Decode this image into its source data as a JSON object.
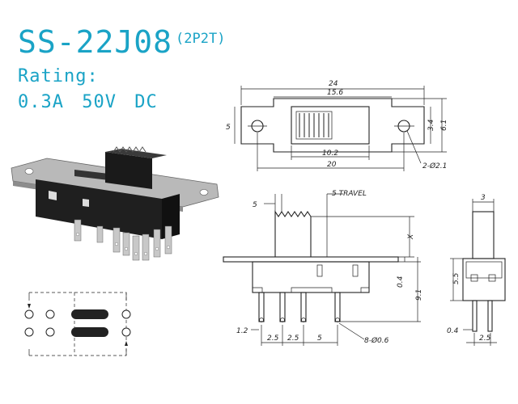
{
  "header": {
    "model": "SS-22J08",
    "type": "(2P2T)",
    "rating_label": "Rating:",
    "current": "0.3A",
    "voltage": "50V",
    "current_type": "DC"
  },
  "dims": {
    "top_overall": "24",
    "top_inner": "15.6",
    "top_height": "5",
    "top_slot": "3.4",
    "top_body": "6.1",
    "top_knob_travel": "10.2",
    "top_hole_span": "20",
    "top_hole_note": "2-Ø2.1",
    "front_knob": "5",
    "front_travel": "5 TRAVEL",
    "front_x": "X",
    "front_plate": "0.4",
    "front_height": "9.1",
    "front_pin_dia_offset": "1.2",
    "front_pitch_a": "2.5",
    "front_pitch_b": "2.5",
    "front_pitch_c": "5",
    "front_pin_note": "8-Ø0.6",
    "side_knob": "3",
    "side_height": "5.5",
    "side_plate": "0.4",
    "side_pitch": "2.5"
  },
  "colors": {
    "accent": "#1aa3c6",
    "line": "#222222"
  }
}
